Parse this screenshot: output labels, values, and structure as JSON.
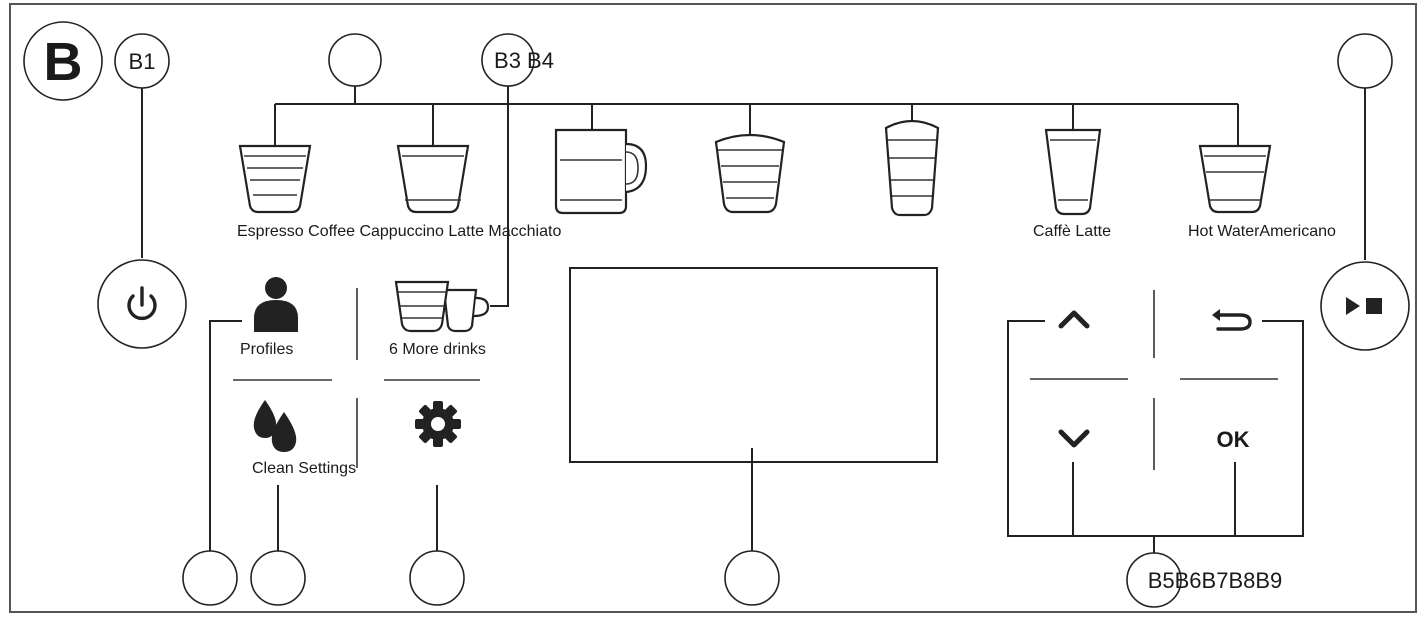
{
  "section": {
    "letter": "B"
  },
  "callouts": {
    "b1": "B1",
    "b3b4": "B3 B4",
    "bottom_right": "B5B6B7B8B9"
  },
  "drinks": {
    "label_left": "Espresso Coffee Cappuccino Latte Macchiato",
    "label_caffe_latte": "Caffè Latte",
    "label_right": "Hot WaterAmericano"
  },
  "menu": {
    "profiles": "Profiles",
    "more_drinks": "6 More drinks",
    "clean_settings": "Clean Settings"
  },
  "nav": {
    "ok": "OK"
  },
  "icons": {
    "power": "power-icon",
    "start_stop": "play-stop-icon",
    "profiles": "person-icon",
    "clean": "water-drops-icon",
    "settings": "gear-icon",
    "up": "chevron-up-icon",
    "down": "chevron-down-icon",
    "back": "back-arrow-icon"
  }
}
